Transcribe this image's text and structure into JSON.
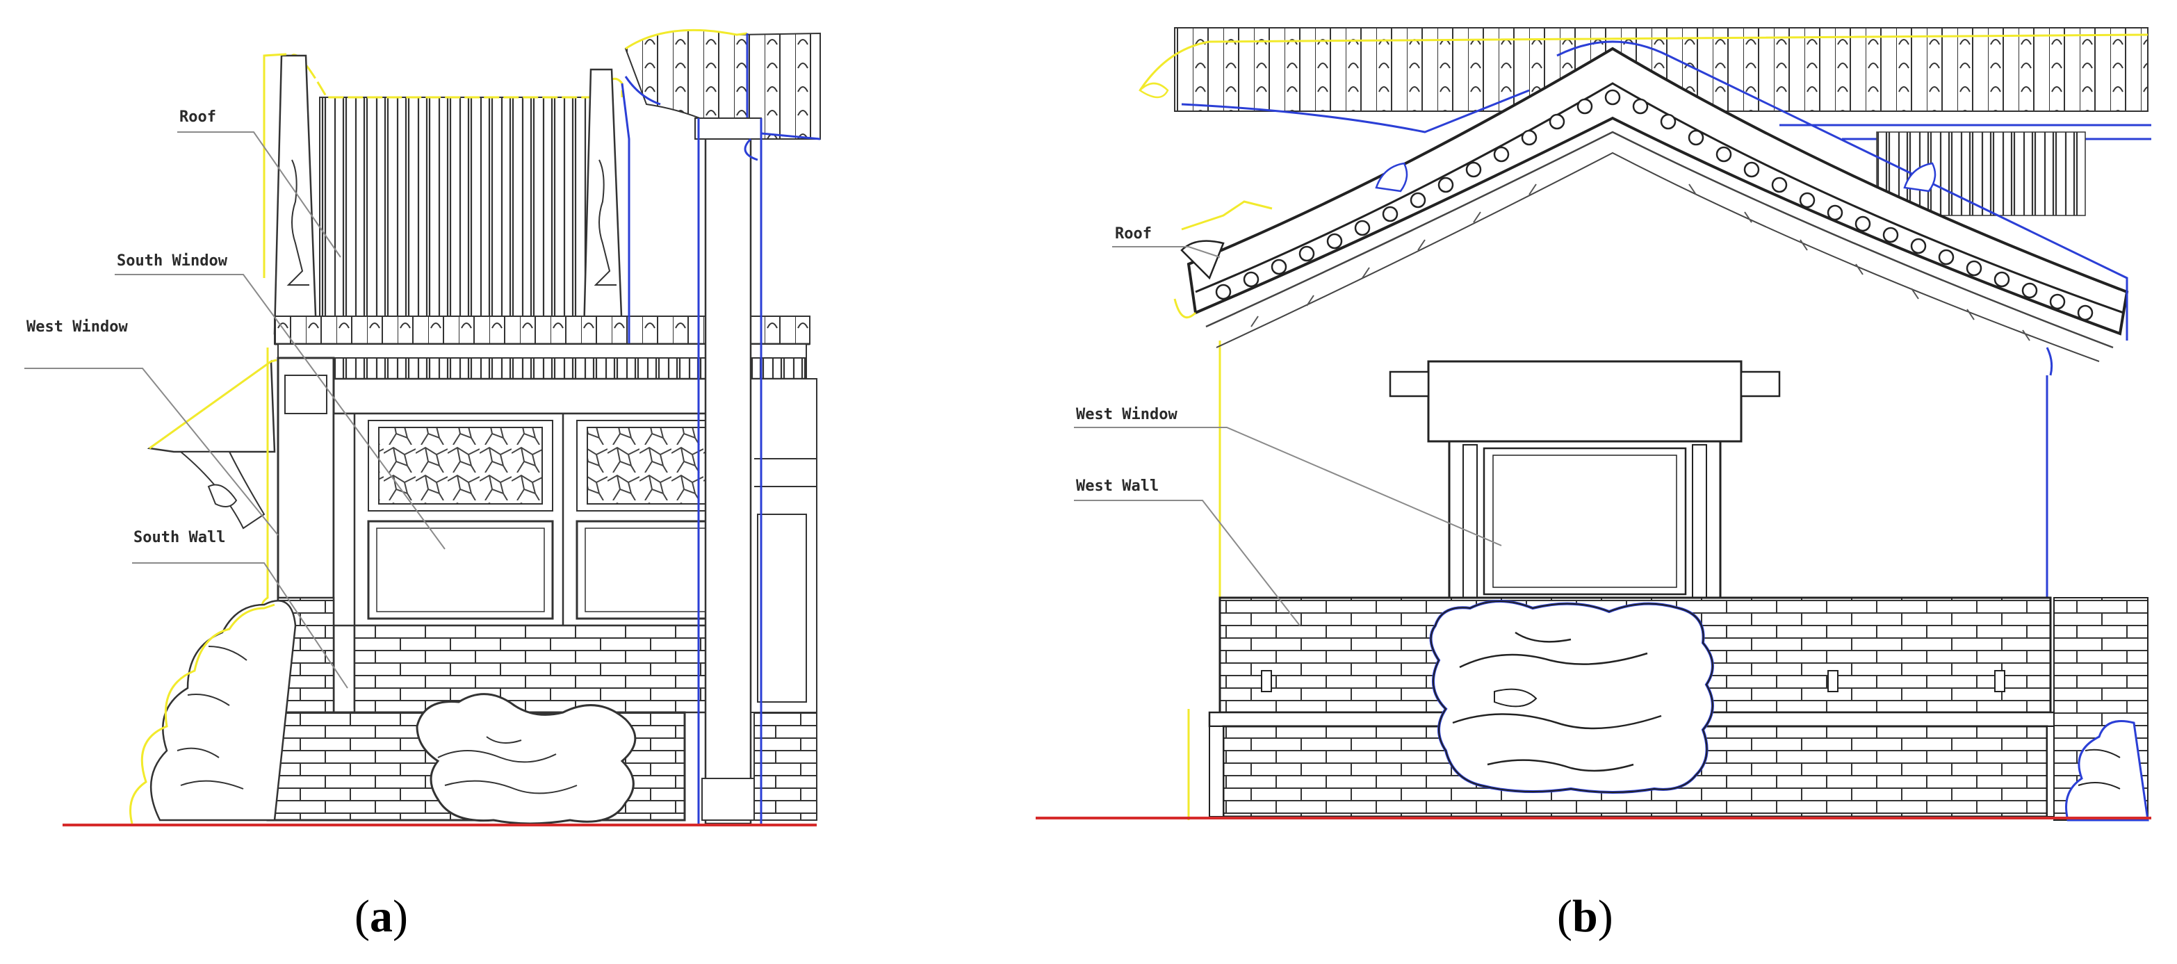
{
  "figure": {
    "panel_a": {
      "caption_open": "(",
      "caption_letter": "a",
      "caption_close": ")",
      "labels": {
        "roof": "Roof",
        "south_window": "South Window",
        "west_window": "West Window",
        "south_wall": "South Wall"
      }
    },
    "panel_b": {
      "caption_open": "(",
      "caption_letter": "b",
      "caption_close": ")",
      "labels": {
        "roof": "Roof",
        "west_window": "West Window",
        "west_wall": "West Wall"
      }
    }
  },
  "colors": {
    "line": "#222222",
    "outline_yellow": "#f2ea2c",
    "outline_blue": "#2b3fd6",
    "ground_red": "#d62b2b",
    "leader": "#8a8a8a"
  }
}
